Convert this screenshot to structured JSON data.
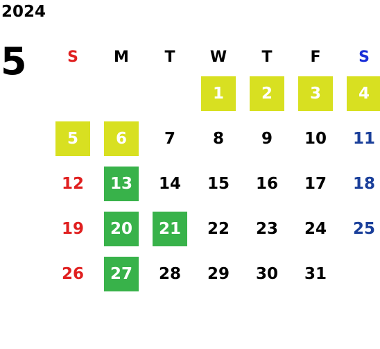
{
  "year": "2024",
  "month": "5",
  "weekdays": [
    "S",
    "M",
    "T",
    "W",
    "T",
    "F",
    "S"
  ],
  "colors": {
    "holiday_highlight": "#d8e021",
    "closed_highlight": "#38b24a",
    "sunday_text": "#e02020",
    "saturday_text": "#1a3f9a"
  },
  "weeks": [
    [
      {
        "day": ""
      },
      {
        "day": ""
      },
      {
        "day": ""
      },
      {
        "day": "1",
        "highlight": "yellow"
      },
      {
        "day": "2",
        "highlight": "yellow"
      },
      {
        "day": "3",
        "highlight": "yellow"
      },
      {
        "day": "4",
        "highlight": "yellow"
      }
    ],
    [
      {
        "day": "5",
        "highlight": "yellow"
      },
      {
        "day": "6",
        "highlight": "yellow"
      },
      {
        "day": "7"
      },
      {
        "day": "8"
      },
      {
        "day": "9"
      },
      {
        "day": "10"
      },
      {
        "day": "11"
      }
    ],
    [
      {
        "day": "12"
      },
      {
        "day": "13",
        "highlight": "green"
      },
      {
        "day": "14"
      },
      {
        "day": "15"
      },
      {
        "day": "16"
      },
      {
        "day": "17"
      },
      {
        "day": "18"
      }
    ],
    [
      {
        "day": "19"
      },
      {
        "day": "20",
        "highlight": "green"
      },
      {
        "day": "21",
        "highlight": "green"
      },
      {
        "day": "22"
      },
      {
        "day": "23"
      },
      {
        "day": "24"
      },
      {
        "day": "25"
      }
    ],
    [
      {
        "day": "26"
      },
      {
        "day": "27",
        "highlight": "green"
      },
      {
        "day": "28"
      },
      {
        "day": "29"
      },
      {
        "day": "30"
      },
      {
        "day": "31"
      },
      {
        "day": ""
      }
    ]
  ]
}
